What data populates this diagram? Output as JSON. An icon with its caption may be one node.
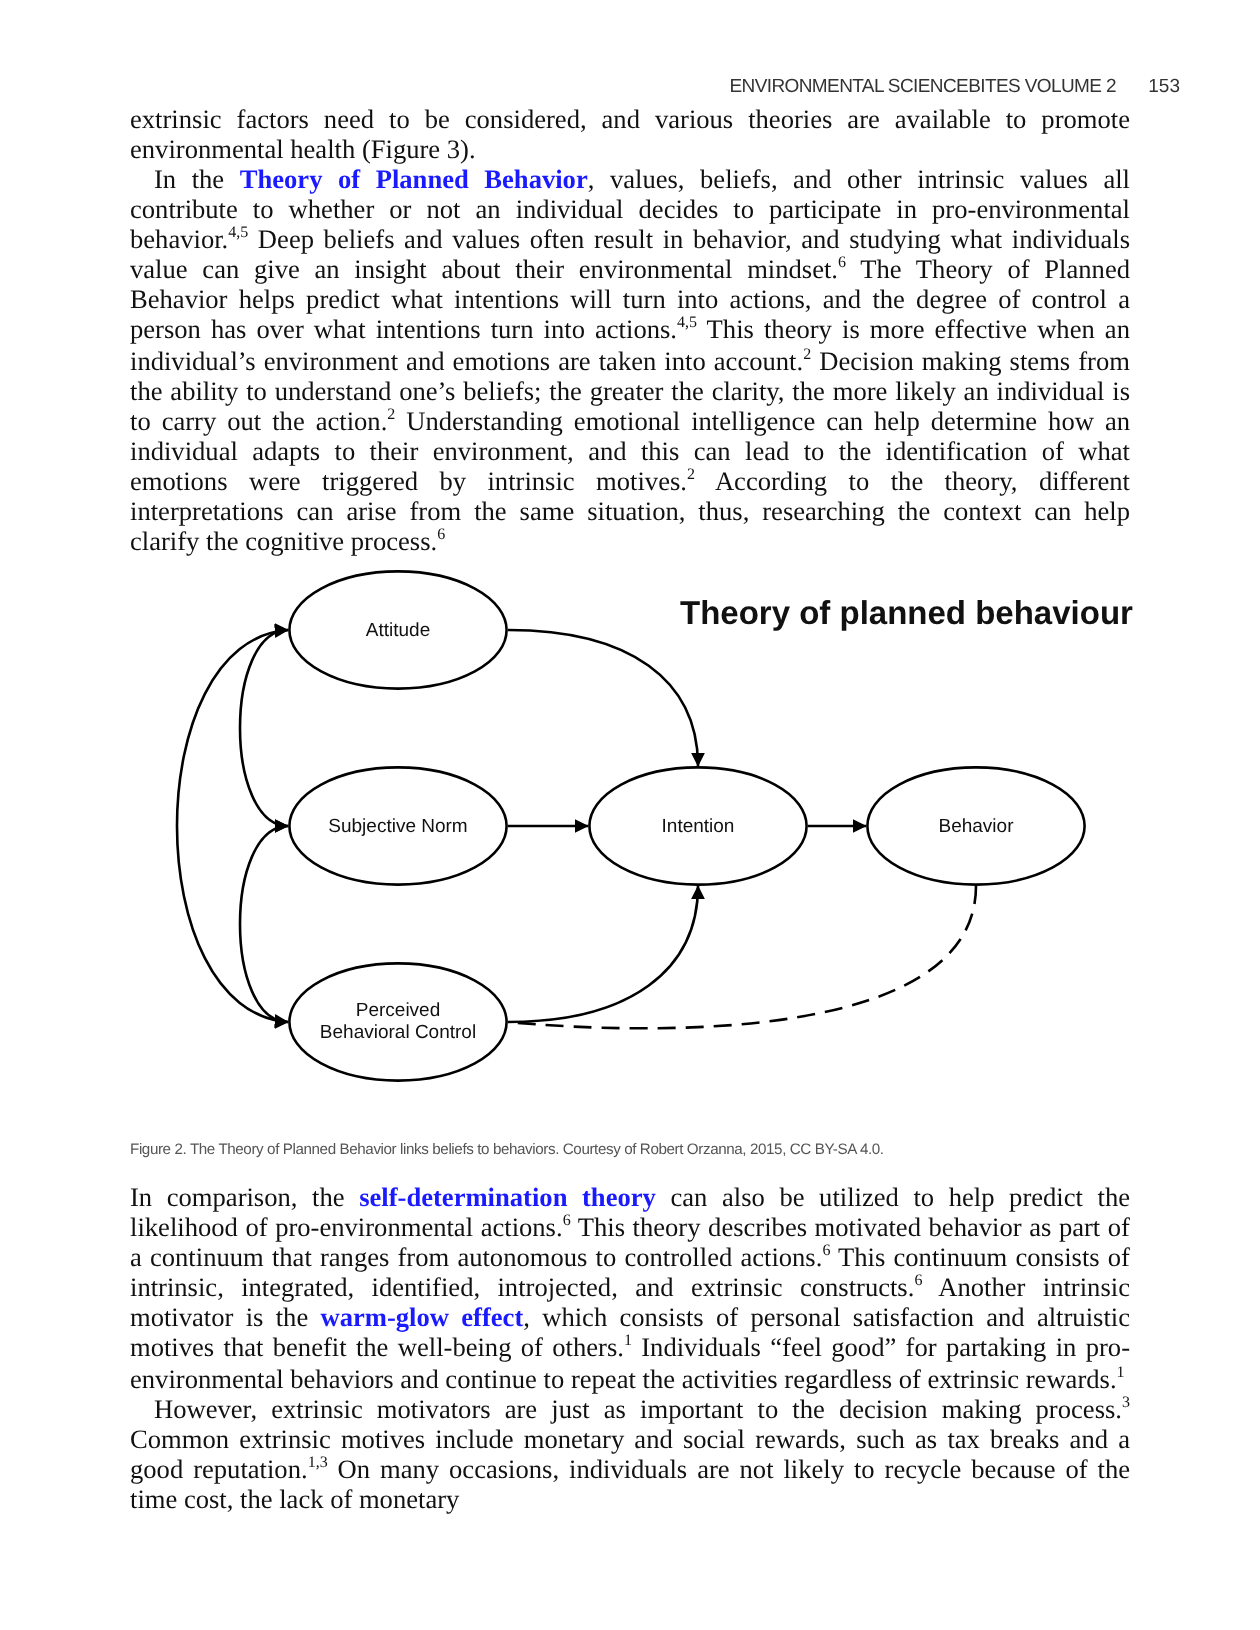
{
  "diagram": {
    "title": "Theory of planned behaviour",
    "caption": "Figure 2. The Theory of Planned Behavior links beliefs to behaviors. Courtesy of Robert Orzanna, 2015, CC BY-SA 4.0.",
    "nodes": [
      {
        "text": [
          "Attitude"
        ]
      },
      {
        "text": [
          "Subjective Norm"
        ]
      },
      {
        "text": [
          "Perceived Behavioral Control"
        ]
      },
      {
        "text": [
          "Intention"
        ]
      },
      {
        "text": [
          "Behavior"
        ]
      }
    ],
    "edges": [
      {
        "from": 0,
        "to": 1,
        "arrow": "both"
      },
      {
        "from": 1,
        "to": 2,
        "arrow": "both"
      },
      {
        "from": 0,
        "to": 2,
        "arrow": "both"
      },
      {
        "from": 0,
        "to": 3,
        "arrow": "to"
      },
      {
        "from": 1,
        "to": 3,
        "arrow": "to"
      },
      {
        "from": 2,
        "to": 3,
        "arrow": "to"
      },
      {
        "from": 3,
        "to": 4,
        "arrow": "to"
      },
      {
        "from": 4,
        "to": 2,
        "arrow": "none",
        "style": "dashed"
      }
    ],
    "labels": [
      "ENVIRONMENTAL SCIENCEBITES VOLUME 2",
      "153",
      "extrinsic factors need to be considered, and various theories are available to promote environmental health (Figure 3).",
      "In the **Theory of Planned Behavior**, values, beliefs, and other intrinsic values all contribute to whether or not an individual decides to participate in pro-environmental behavior.$^{4,5}$ Deep beliefs and values often result in behavior, and studying what individuals value can give an insight about their environmental mindset.$^{6}$ The Theory of Planned Behavior helps predict what intentions will turn into actions, and the degree of control a person has over what intentions turn into actions.$^{4,5}$ This theory is more effective when an individual’s environment and emotions are taken into account.$^{2}$ Decision making stems from the ability to understand one’s beliefs; the greater the clarity, the more likely an individual is to carry out the action.$^{2}$ Understanding emotional intelligence can help determine how an individual adapts to their environment, and this can lead to the identification of what emotions were triggered by intrinsic motives.$^{2}$ According to the theory, different interpretations can arise from the same situation, thus, researching the context can help clarify the cognitive process.$^{6}$",
      "In comparison, the **self-determination theory** can also be utilized to help predict the likelihood of pro-environmental actions.$^{6}$ This theory describes motivated behavior as part of a continuum that ranges from autonomous to controlled actions.$^{6}$ This continuum consists of intrinsic, integrated, identified, introjected, and extrinsic constructs.$^{6}$ Another intrinsic motivator is the **warm-glow effect**, which consists of personal satisfaction and altruistic motives that benefit the well-being of others.$^{1}$ Individuals “feel good” for partaking in pro-environmental behaviors and continue to repeat the activities regardless of extrinsic rewards.$^{1}$",
      "However, extrinsic motivators are just as important to the decision making process.$^{3}$ Common extrinsic motives include monetary and social rewards, such as tax breaks and a good reputation.$^{1,3}$ On many occasions, individuals are not likely to recycle because of the time cost, the lack of monetary"
    ]
  }
}
